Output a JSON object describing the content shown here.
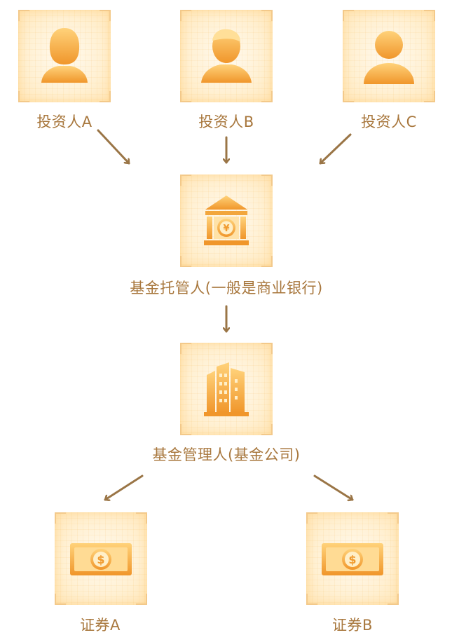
{
  "nodes": {
    "investor_a": {
      "label": "投资人A",
      "icon": "person-female-icon"
    },
    "investor_b": {
      "label": "投资人B",
      "icon": "person-male-icon"
    },
    "investor_c": {
      "label": "投资人C",
      "icon": "person-generic-icon"
    },
    "custodian": {
      "label": "基金托管人(一般是商业银行)",
      "icon": "bank-yuan-icon"
    },
    "manager": {
      "label": "基金管理人(基金公司)",
      "icon": "office-building-icon"
    },
    "security_a": {
      "label": "证券A",
      "icon": "dollar-banknote-icon"
    },
    "security_b": {
      "label": "证券B",
      "icon": "dollar-banknote-icon"
    }
  },
  "edges": [
    {
      "from": "投资人A",
      "to": "基金托管人(一般是商业银行)"
    },
    {
      "from": "投资人B",
      "to": "基金托管人(一般是商业银行)"
    },
    {
      "from": "投资人C",
      "to": "基金托管人(一般是商业银行)"
    },
    {
      "from": "基金托管人(一般是商业银行)",
      "to": "基金管理人(基金公司)"
    },
    {
      "from": "基金管理人(基金公司)",
      "to": "证券A"
    },
    {
      "from": "基金管理人(基金公司)",
      "to": "证券B"
    }
  ],
  "colors": {
    "label_text": "#a8773d",
    "arrow": "#9a7546",
    "icon_orange_light": "#ffc96a",
    "icon_orange_dark": "#f09a2e",
    "tile_glow": "#ffe6b8"
  }
}
